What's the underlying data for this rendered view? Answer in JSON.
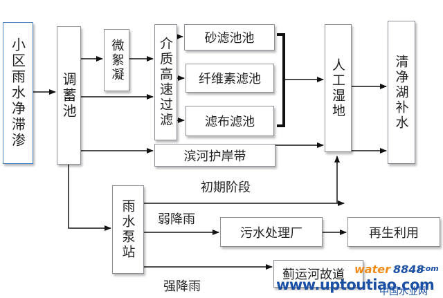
{
  "nodes": {
    "rain_retention": "小区雨水净滞渗",
    "regulating_pond": "调蓄池",
    "micro_flocculation": "微絮凝",
    "high_speed_filter": "介质高速过滤",
    "sand_filter": "砂滤池池",
    "fiber_filter": "纤维素滤池",
    "cloth_filter": "滤布滤池",
    "riverbank_belt": "滨河护岸带",
    "artificial_wetland": "人工湿地",
    "lake_replenish": "清净湖补水",
    "pump_station": "雨水泵站",
    "sewage_plant": "污水处理厂",
    "reuse": "再生利用",
    "canal": "蓟运河故道"
  },
  "labels": {
    "initial_stage": "初期阶段",
    "light_rain": "弱降雨",
    "heavy_rain": "强降雨"
  },
  "watermark": {
    "water": "water",
    "num": "8848",
    "com": ".com",
    "site": "www.uptoutiao.com",
    "cn": "中国水业网"
  },
  "colors": {
    "arrow": "#111111",
    "box_border": "#8a9096",
    "box_border_blue": "#4b86c2",
    "wm_blue": "#1a4fa3",
    "wm_orange": "#f08a12"
  }
}
